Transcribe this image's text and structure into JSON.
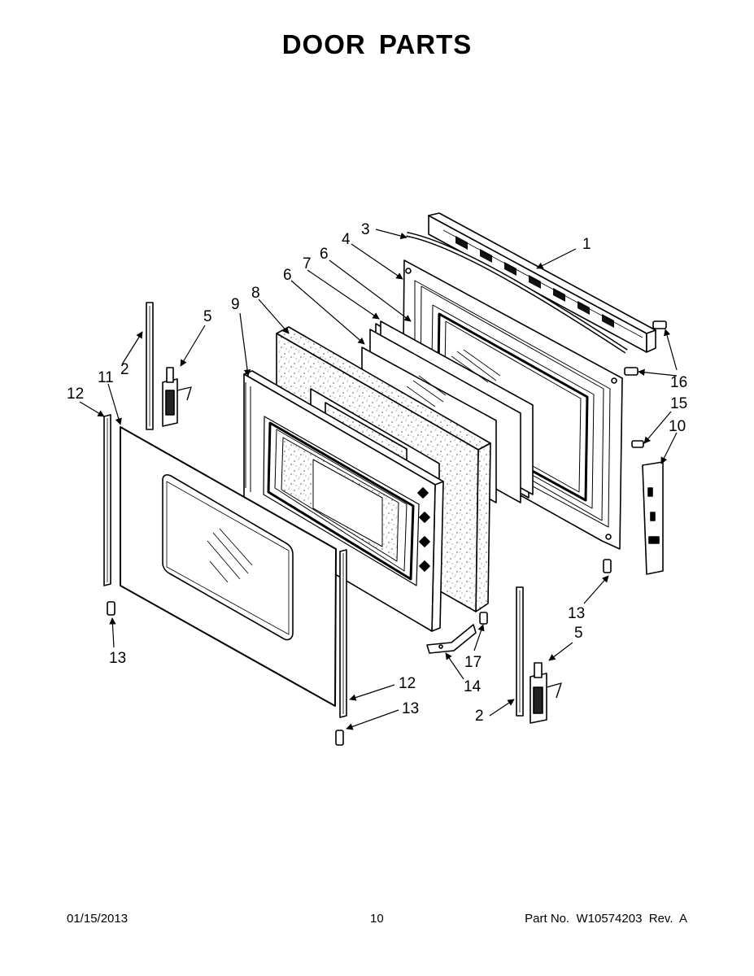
{
  "page": {
    "title": "DOOR PARTS"
  },
  "callouts": [
    {
      "id": "c1",
      "label": "1"
    },
    {
      "id": "c2a",
      "label": "2"
    },
    {
      "id": "c2b",
      "label": "2"
    },
    {
      "id": "c3",
      "label": "3"
    },
    {
      "id": "c4",
      "label": "4"
    },
    {
      "id": "c5a",
      "label": "5"
    },
    {
      "id": "c5b",
      "label": "5"
    },
    {
      "id": "c6a",
      "label": "6"
    },
    {
      "id": "c6b",
      "label": "6"
    },
    {
      "id": "c7",
      "label": "7"
    },
    {
      "id": "c8",
      "label": "8"
    },
    {
      "id": "c9",
      "label": "9"
    },
    {
      "id": "c10",
      "label": "10"
    },
    {
      "id": "c11",
      "label": "11"
    },
    {
      "id": "c12a",
      "label": "12"
    },
    {
      "id": "c12b",
      "label": "12"
    },
    {
      "id": "c13a",
      "label": "13"
    },
    {
      "id": "c13b",
      "label": "13"
    },
    {
      "id": "c13c",
      "label": "13"
    },
    {
      "id": "c14",
      "label": "14"
    },
    {
      "id": "c15",
      "label": "15"
    },
    {
      "id": "c16",
      "label": "16"
    },
    {
      "id": "c17",
      "label": "17"
    }
  ],
  "footer": {
    "date": "01/15/2013",
    "page_number": "10",
    "part_info": "Part No.  W10574203  Rev.  A"
  }
}
